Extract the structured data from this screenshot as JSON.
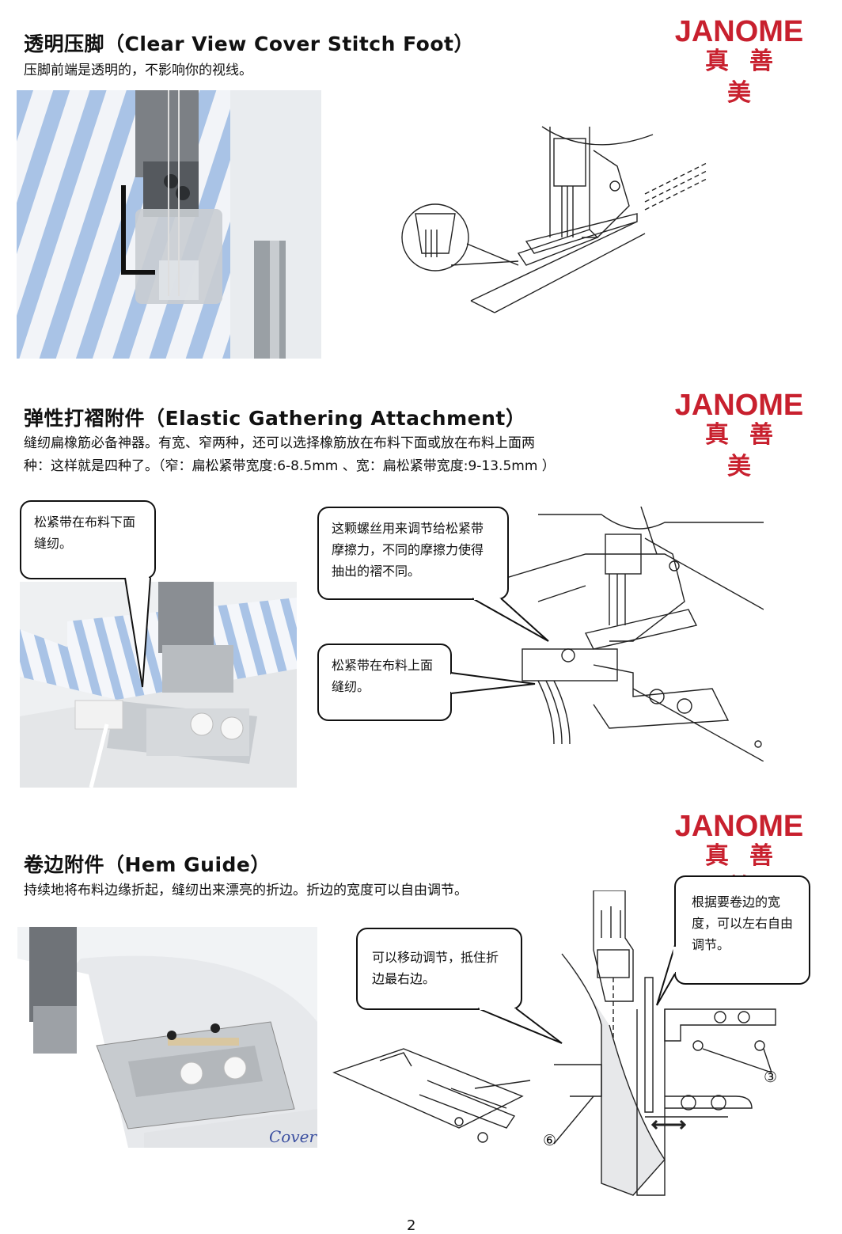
{
  "brand": {
    "name_en": "JANOME",
    "name_cn": "真善美"
  },
  "sections": [
    {
      "title": "透明压脚（Clear View Cover Stitch Foot）",
      "description": "压脚前端是透明的，不影响你的视线。"
    },
    {
      "title": "弹性打褶附件（Elastic Gathering Attachment）",
      "description_line1": "缝纫扁橡筋必备神器。有宽、窄两种，还可以选择橡筋放在布料下面或放在布料上面两",
      "description_line2": "种：这样就是四种了。（窄：扁松紧带宽度:6-8.5mm 、宽：扁松紧带宽度:9-13.5mm ）",
      "callouts": {
        "under": "松紧带在布料下面缝纫。",
        "screw": "这颗螺丝用来调节给松紧带摩擦力，不同的摩擦力使得抽出的褶不同。",
        "over": "松紧带在布料上面缝纫。"
      }
    },
    {
      "title": "卷边附件（Hem Guide）",
      "description": "持续地将布料边缘折起，缝纫出来漂亮的折边。折边的宽度可以自由调节。",
      "callouts": {
        "right_edge": "可以移动调节，抵住折边最右边。",
        "width": "根据要卷边的宽度，可以左右自由调节。"
      },
      "markers": {
        "screw": "③",
        "guide": "⑥"
      },
      "photo_text": "Cover"
    }
  ],
  "page_number": "2",
  "colors": {
    "brand_red": "#c8202e",
    "stripe_blue": "#a9c3e6"
  }
}
